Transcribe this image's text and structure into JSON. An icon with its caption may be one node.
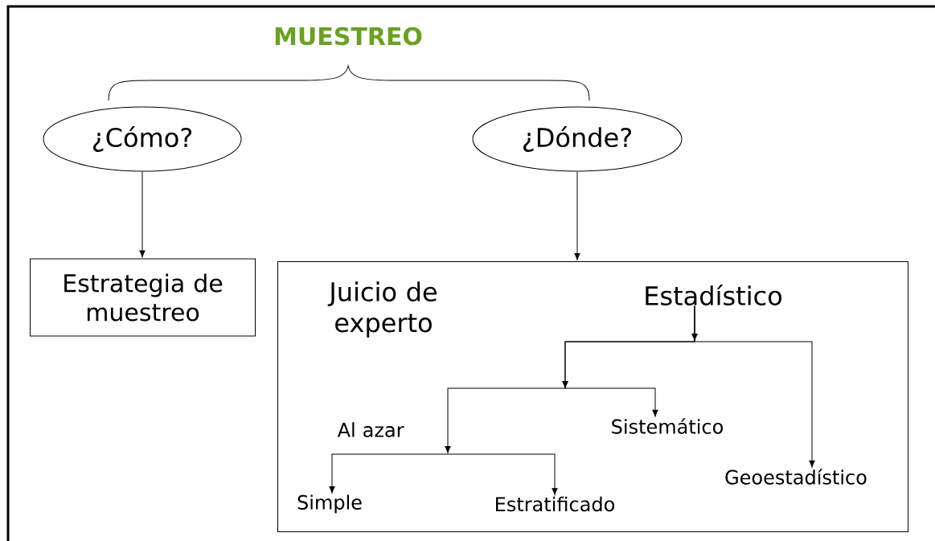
{
  "diagram": {
    "title": "MUESTREO",
    "nodes": [
      {
        "text": [
          "¿Cómo?"
        ]
      },
      {
        "text": [
          "¿Dónde?"
        ]
      },
      {
        "text": [
          "Estrategia de muestreo"
        ]
      },
      {
        "text": [],
        "shape": "box"
      },
      {
        "text": [
          "Juicio de experto"
        ],
        "in": 3
      },
      {
        "text": [
          "Estadístico"
        ],
        "in": 3
      },
      {
        "text": [
          "Al azar"
        ],
        "in": 3
      },
      {
        "text": [
          "Sistemático"
        ],
        "in": 3
      },
      {
        "text": [
          "Simple"
        ],
        "in": 3
      },
      {
        "text": [
          "Estratificado"
        ],
        "in": 3
      },
      {
        "text": [
          "Geoestadístico"
        ],
        "in": 3
      }
    ],
    "edges": [
      {
        "from": 0,
        "to": 2,
        "arrow": "to"
      },
      {
        "from": 1,
        "to": 3,
        "arrow": "to"
      },
      {
        "from": 5,
        "to": 6,
        "arrow": "to"
      },
      {
        "from": 5,
        "to": 7,
        "arrow": "to"
      },
      {
        "from": 5,
        "to": 10,
        "arrow": "to"
      },
      {
        "from": 6,
        "to": 8,
        "arrow": "to"
      },
      {
        "from": 6,
        "to": 9,
        "arrow": "to"
      }
    ]
  }
}
